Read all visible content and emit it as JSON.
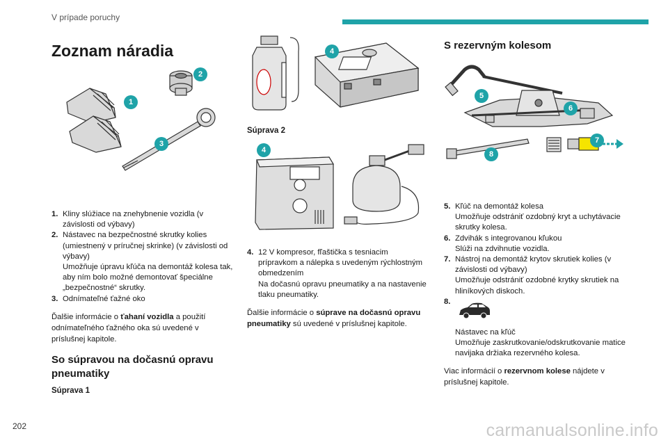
{
  "header": {
    "section": "V prípade poruchy"
  },
  "page_number": "202",
  "watermark": "carmanualsonline.info",
  "col1": {
    "title": "Zoznam náradia",
    "badges": [
      "1",
      "2",
      "3"
    ],
    "items": [
      {
        "num": "1.",
        "lines": [
          "Kliny slúžiace na znehybnenie vozidla (v závislosti od výbavy)"
        ]
      },
      {
        "num": "2.",
        "lines": [
          "Nástavec na bezpečnostné skrutky kolies (umiestnený v príručnej skrinke) (v závislosti od výbavy)",
          "Umožňuje úpravu kľúča na demontáž kolesa tak, aby ním bolo možné demontovať špeciálne „bezpečnostné“ skrutky."
        ]
      },
      {
        "num": "3.",
        "lines": [
          "Odnímateľné ťažné oko"
        ]
      }
    ],
    "info_pre": "Ďalšie informácie o ",
    "info_bold": "ťahaní vozidla",
    "info_post": " a použití odnímateľného ťažného oka sú uvedené v príslušnej kapitole.",
    "subtitle": "So súpravou na dočasnú opravu pneumatiky",
    "kit1_label": "Súprava 1"
  },
  "col2": {
    "badge_top": "4",
    "kit2_label": "Súprava 2",
    "badge_mid": "4",
    "items": [
      {
        "num": "4.",
        "lines": [
          "12 V kompresor, fľaštička s tesniacim prípravkom a nálepka s uvedeným rýchlostným obmedzením",
          "Na dočasnú opravu pneumatiky a na nastavenie tlaku pneumatiky."
        ]
      }
    ],
    "info_pre": "Ďalšie informácie o ",
    "info_bold": "súprave na dočasnú opravu pneumatiky",
    "info_post": " sú uvedené v príslušnej kapitole."
  },
  "col3": {
    "title": "S rezervným kolesom",
    "badges": [
      "5",
      "6",
      "7",
      "8"
    ],
    "items": [
      {
        "num": "5.",
        "lines": [
          "Kľúč na demontáž kolesa",
          "Umožňuje odstrániť ozdobný kryt a uchytávacie skrutky kolesa."
        ]
      },
      {
        "num": "6.",
        "lines": [
          "Zdvihák s integrovanou kľukou",
          "Slúži na zdvihnutie vozidla."
        ]
      },
      {
        "num": "7.",
        "lines": [
          "Nástroj na demontáž krytov skrutiek kolies (v závislosti od výbavy)",
          "Umožňuje odstrániť ozdobné krytky skrutiek na hliníkových diskoch."
        ]
      }
    ],
    "item8_num": "8.",
    "item8_lines": [
      "Nástavec na kľúč",
      "Umožňuje zaskrutkovanie/odskrutkovanie matice navijaka držiaka rezervného kolesa."
    ],
    "info_pre": "Viac informácií o ",
    "info_bold": "rezervnom kolese",
    "info_post": " nájdete v príslušnej kapitole."
  },
  "colors": {
    "accent": "#1fa3a8"
  }
}
